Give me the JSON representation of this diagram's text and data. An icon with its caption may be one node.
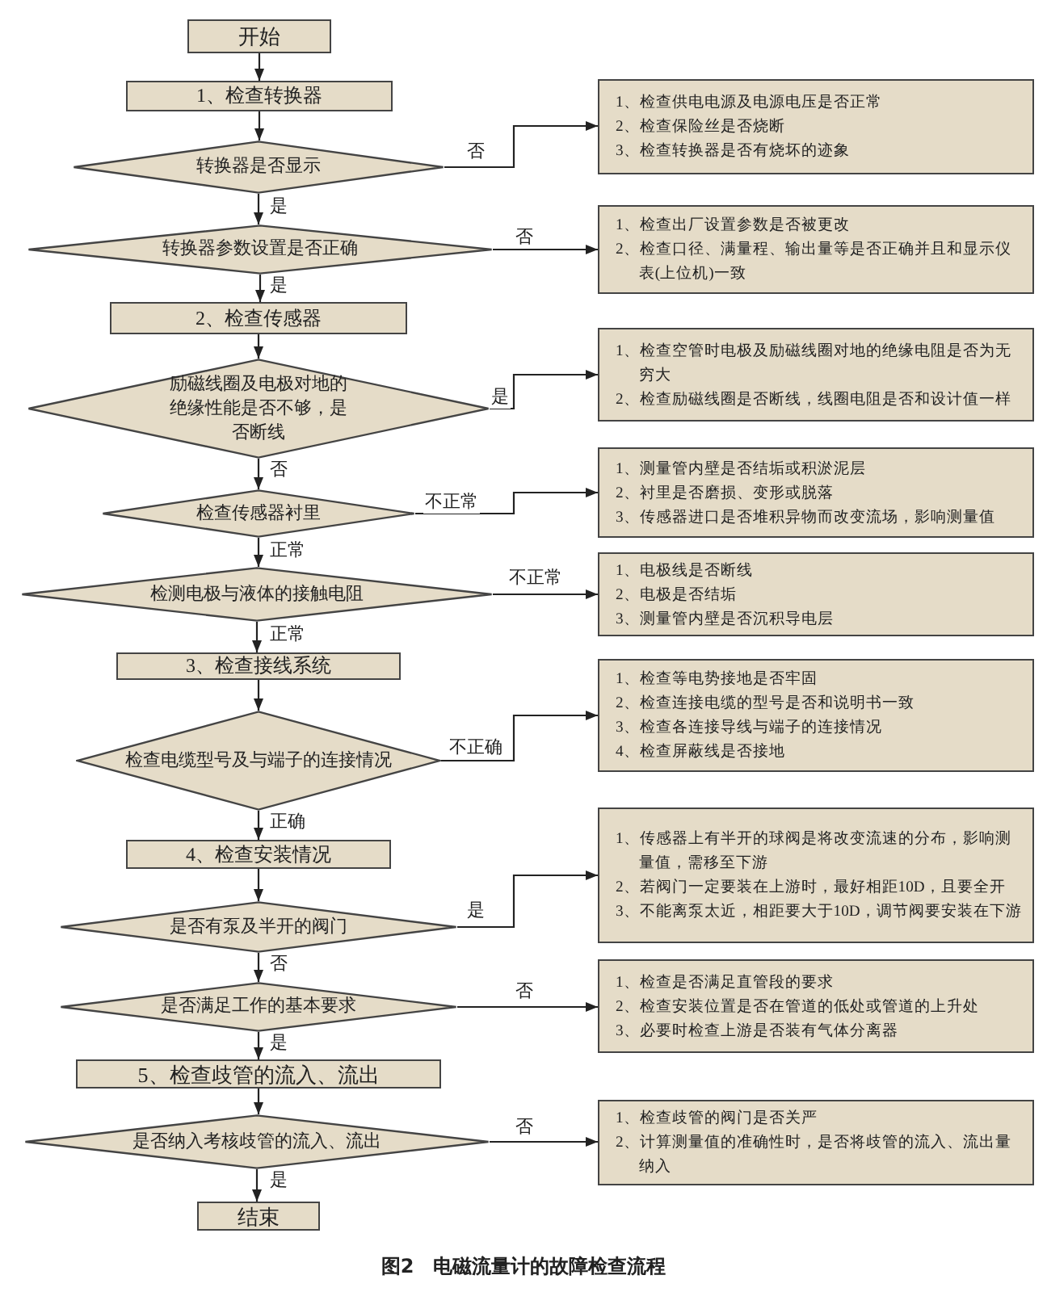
{
  "diagram": {
    "caption": "图2　电磁流量计的故障检查流程",
    "nodes": [
      {
        "text": [
          "开始"
        ]
      },
      {
        "text": [
          "1、检查转换器"
        ]
      },
      {
        "text": [
          "转换器是否显示"
        ]
      },
      {
        "text": [
          "1、检查供电电源及电源电压是否正常",
          "2、检查保险丝是否烧断",
          "3、检查转换器是否有烧坏的迹象"
        ]
      },
      {
        "text": [
          "转换器参数设置是否正确"
        ]
      },
      {
        "text": [
          "1、检查出厂设置参数是否被更改",
          "2、检查口径、满量程、输出量等是否正确并且和显示仪表(上位机)一致"
        ]
      },
      {
        "text": [
          "2、检查传感器"
        ]
      },
      {
        "text": [
          "励磁线圈及电极对地的绝缘性能是否不够，是否断线"
        ]
      },
      {
        "text": [
          "1、检查空管时电极及励磁线圈对地的绝缘电阻是否为无穷大",
          "2、检查励磁线圈是否断线，线圈电阻是否和设计值一样"
        ]
      },
      {
        "text": [
          "检查传感器衬里"
        ]
      },
      {
        "text": [
          "1、测量管内壁是否结垢或积淤泥层",
          "2、衬里是否磨损、变形或脱落",
          "3、传感器进口是否堆积异物而改变流场，影响测量值"
        ]
      },
      {
        "text": [
          "检测电极与液体的接触电阻"
        ]
      },
      {
        "text": [
          "1、电极线是否断线",
          "2、电极是否结垢",
          "3、测量管内壁是否沉积导电层"
        ]
      },
      {
        "text": [
          "3、检查接线系统"
        ]
      },
      {
        "text": [
          "检查电缆型号及与端子的连接情况"
        ]
      },
      {
        "text": [
          "1、检查等电势接地是否牢固",
          "2、检查连接电缆的型号是否和说明书一致",
          "3、检查各连接导线与端子的连接情况",
          "4、检查屏蔽线是否接地"
        ]
      },
      {
        "text": [
          "4、检查安装情况"
        ]
      },
      {
        "text": [
          "是否有泵及半开的阀门"
        ]
      },
      {
        "text": [
          "1、传感器上有半开的球阀是将改变流速的分布，影响测量值，需移至下游",
          "2、若阀门一定要装在上游时，最好相距10D，且要全开",
          "3、不能离泵太近，相距要大于10D，调节阀要安装在下游"
        ]
      },
      {
        "text": [
          "是否满足工作的基本要求"
        ]
      },
      {
        "text": [
          "1、检查是否满足直管段的要求",
          "2、检查安装位置是否在管道的低处或管道的上升处",
          "3、必要时检查上游是否装有气体分离器"
        ]
      },
      {
        "text": [
          "5、检查歧管的流入、流出"
        ]
      },
      {
        "text": [
          "是否纳入考核歧管的流入、流出"
        ]
      },
      {
        "text": [
          "1、检查歧管的阀门是否关严",
          "2、计算测量值的准确性时，是否将歧管的流入、流出量纳入"
        ]
      },
      {
        "text": [
          "结束"
        ]
      }
    ],
    "edges": [
      {
        "from": 0,
        "to": 1,
        "arrow": "to"
      },
      {
        "from": 1,
        "to": 2,
        "arrow": "to"
      },
      {
        "from": 2,
        "to": 3,
        "arrow": "to",
        "label": "否"
      },
      {
        "from": 2,
        "to": 4,
        "arrow": "to",
        "label": "是"
      },
      {
        "from": 4,
        "to": 5,
        "arrow": "to",
        "label": "否"
      },
      {
        "from": 4,
        "to": 6,
        "arrow": "to",
        "label": "是"
      },
      {
        "from": 6,
        "to": 7,
        "arrow": "to"
      },
      {
        "from": 7,
        "to": 8,
        "arrow": "to",
        "label": "是"
      },
      {
        "from": 7,
        "to": 9,
        "arrow": "to",
        "label": "否"
      },
      {
        "from": 9,
        "to": 10,
        "arrow": "to",
        "label": "不正常"
      },
      {
        "from": 9,
        "to": 11,
        "arrow": "to",
        "label": "正常"
      },
      {
        "from": 11,
        "to": 12,
        "arrow": "to",
        "label": "不正常"
      },
      {
        "from": 11,
        "to": 13,
        "arrow": "to",
        "label": "正常"
      },
      {
        "from": 13,
        "to": 14,
        "arrow": "to"
      },
      {
        "from": 14,
        "to": 15,
        "arrow": "to",
        "label": "不正确"
      },
      {
        "from": 14,
        "to": 16,
        "arrow": "to",
        "label": "正确"
      },
      {
        "from": 16,
        "to": 17,
        "arrow": "to"
      },
      {
        "from": 17,
        "to": 18,
        "arrow": "to",
        "label": "是"
      },
      {
        "from": 17,
        "to": 19,
        "arrow": "to",
        "label": "否"
      },
      {
        "from": 19,
        "to": 20,
        "arrow": "to",
        "label": "否"
      },
      {
        "from": 19,
        "to": 21,
        "arrow": "to",
        "label": "是"
      },
      {
        "from": 21,
        "to": 22,
        "arrow": "to"
      },
      {
        "from": 22,
        "to": 23,
        "arrow": "to",
        "label": "否"
      },
      {
        "from": 22,
        "to": 24,
        "arrow": "to",
        "label": "是"
      }
    ]
  }
}
